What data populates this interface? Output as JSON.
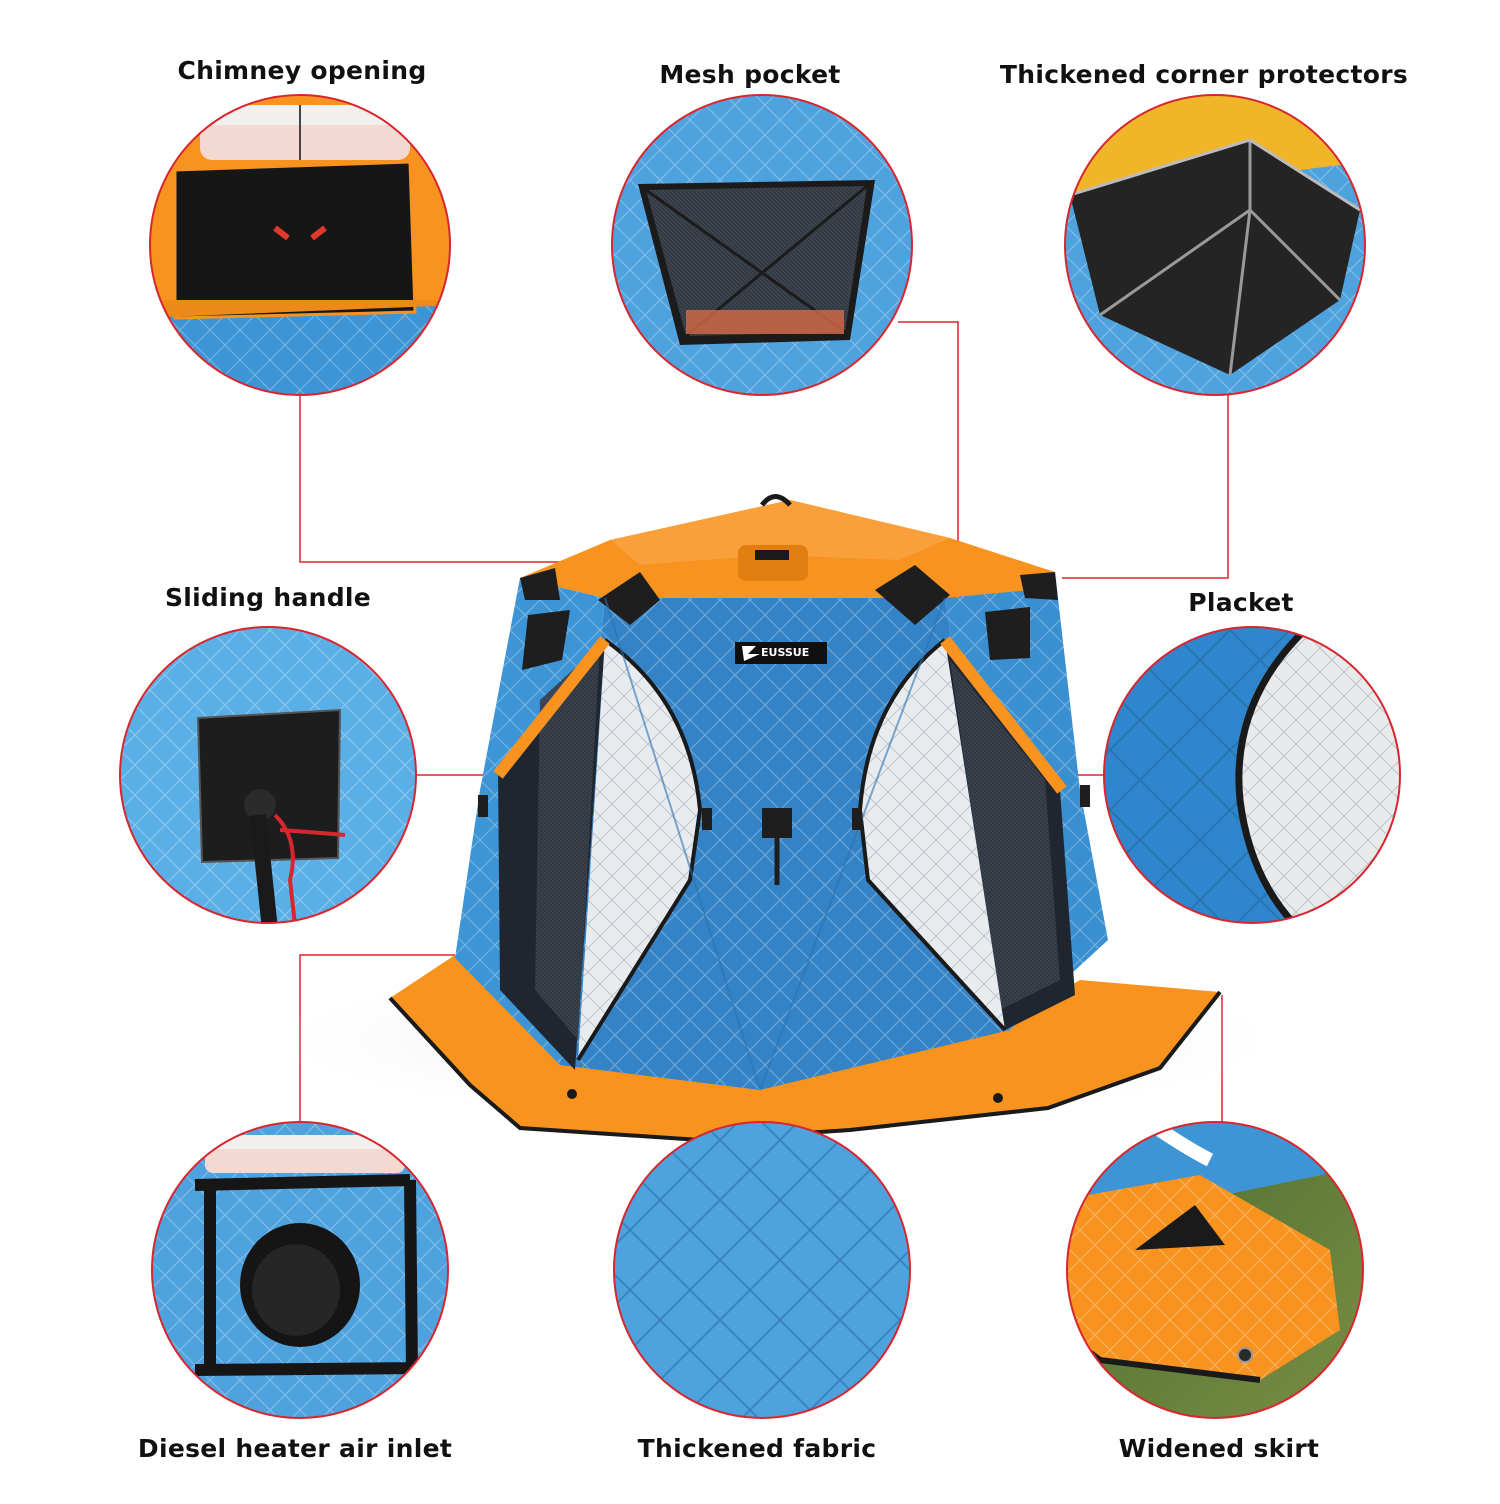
{
  "features": {
    "chimney_opening": "Chimney opening",
    "mesh_pocket": "Mesh pocket",
    "corner_protectors": "Thickened corner protectors",
    "sliding_handle": "Sliding handle",
    "placket": "Placket",
    "heater_inlet": "Diesel heater air inlet",
    "thickened_fabric": "Thickened fabric",
    "widened_skirt": "Widened skirt"
  },
  "brand_logo_text": "EUSSUE",
  "colors": {
    "tent_blue": "#3d95d6",
    "tent_blue_dark": "#2a7fc4",
    "orange": "#f7931e",
    "black_panel": "#1e1e1e",
    "leader_line": "#d8262f"
  }
}
